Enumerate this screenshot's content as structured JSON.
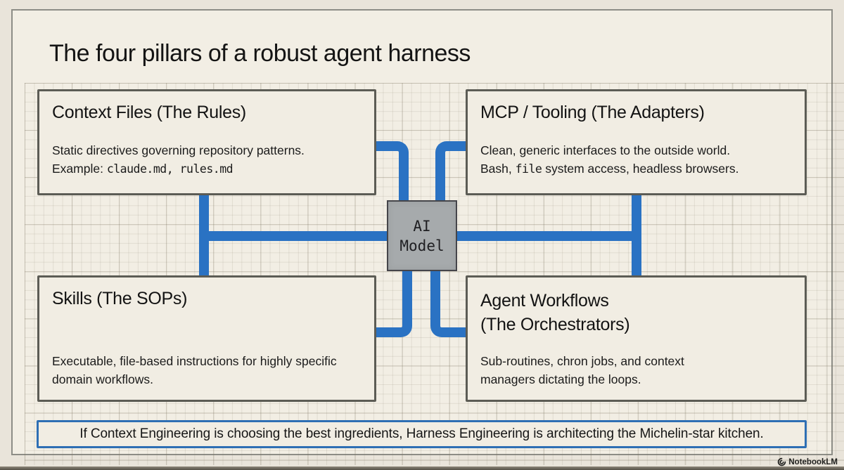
{
  "title": "The four pillars of a robust agent harness",
  "pillars": {
    "context_files": {
      "heading": "Context Files (The Rules)",
      "line1": "Static directives governing repository patterns.",
      "line2_prefix": "Example: ",
      "line2_code": "claude.md, rules.md"
    },
    "mcp_tooling": {
      "heading": "MCP / Tooling (The Adapters)",
      "line1": "Clean, generic interfaces to the outside world.",
      "line2_prefix": "Bash, ",
      "line2_code": "file",
      "line2_suffix": " system access, headless browsers."
    },
    "skills": {
      "heading": "Skills (The SOPs)",
      "body": "Executable, file-based instructions for highly specific domain workflows."
    },
    "agent_workflows": {
      "heading_line1": "Agent Workflows",
      "heading_line2": "(The Orchestrators)",
      "body": "Sub-routines, chron jobs, and context managers dictating the loops."
    }
  },
  "ai_node": {
    "line1": "AI",
    "line2": "Model"
  },
  "banner": {
    "text": "If Context Engineering is choosing the best ingredients, Harness Engineering is architecting the Michelin-star kitchen."
  },
  "watermark": {
    "label": "NotebookLM"
  },
  "colors": {
    "accent_blue": "#2a72c3",
    "banner_border": "#2e6fb4",
    "node_gray": "#a6aaac"
  }
}
